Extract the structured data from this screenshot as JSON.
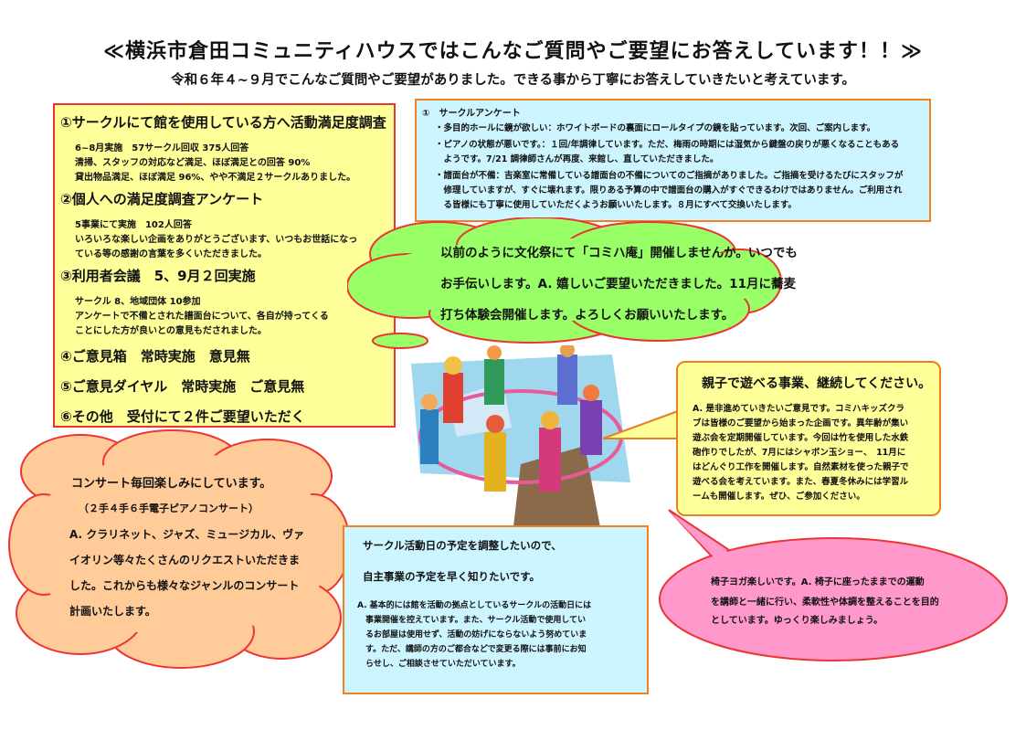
{
  "header": {
    "title": "≪横浜市倉田コミュニティハウスではこんなご質問やご要望にお答えしています！！≫",
    "subtitle": "令和６年４~９月でこんなご質問やご要望がありました。できる事から丁寧にお答えしていきたいと考えています。"
  },
  "left_panel": {
    "s1_title": "①サークルにて館を使用している方へ活動満足度調査",
    "s1_lines": [
      "6~8月実施　57サークル回収 375人回答",
      "清掃、スタッフの対応など満足、ほぼ満足との回答 90%",
      "貸出物品満足、ほぼ満足 96%、やや不満足２サークルありました。"
    ],
    "s2_title": "②個人への満足度調査アンケート",
    "s2_lines": [
      "5事業にて実施　102人回答",
      "いろいろな楽しい企画をありがとうございます、いつもお世話になっ",
      "ている等の感謝の言葉を多くいただきました。"
    ],
    "s3_title": "③利用者会議　5、9月２回実施",
    "s3_lines": [
      "サークル 8、地域団体 10参加",
      "アンケートで不備とされた譜面台について、各自が持ってくる",
      "ことにした方が良いとの意見もだされました。"
    ],
    "s4_title": "④ご意見箱　常時実施　意見無",
    "s5_title": "⑤ご意見ダイヤル　常時実施　ご意見無",
    "s6_title": "⑥その他　受付にて２件ご要望いただく"
  },
  "circle_survey": {
    "title": "①　サークルアンケート",
    "lines": [
      "・多目的ホールに鏡が欲しい：ホワイトボードの裏面にロールタイプの鏡を貼っています。次回、ご案内します。",
      "・ピアノの状態が悪いです。：１回/年調律しています。ただ、梅雨の時期には湿気から鍵盤の戻りが悪くなることもある",
      "　ようです。7/21 調律師さんが再度、来館し、直していただきました。",
      "・譜面台が不備：吉楽室に常備している譜面台の不備についてのご指摘がありました。ご指摘を受けるたびにスタッフが",
      "　修理していますが、すぐに壊れます。限りある予算の中で譜面台の購入がすぐできるわけではありません。ご利用され",
      "　る皆様にも丁寧に使用していただくようお願いいたします。８月にすべて交換いたします。"
    ]
  },
  "green_bubble": {
    "lines": [
      "以前のように文化祭にて「コミハ庵」開催しませんか。いつでも",
      "お手伝いします。A. 嬉しいご要望いただきました。11月に蕎麦",
      "打ち体験会開催します。よろしくお願いいたします。"
    ]
  },
  "family_box": {
    "title": "親子で遊べる事業、継続してください。",
    "lines": [
      "A. 是非進めていきたいご意見です。コミハキッズクラ",
      "ブは皆様のご要望から始まった企画です。異年齢が集い",
      "遊ぶ会を定期開催しています。今回は竹を使用した水鉄",
      "砲作りでしたが、7月にはシャボン玉ショー、　11月に",
      "はどんぐり工作を開催します。自然素材を使った親子で",
      "遊べる会を考えています。また、春夏冬休みには学習ル",
      "ームも開催します。ぜひ、ご参加ください。"
    ]
  },
  "concert_bubble": {
    "title": "コンサート毎回楽しみにしています。",
    "sub": "（２手４手６手電子ピアノコンサート）",
    "lines": [
      "A. クラリネット、ジャズ、ミュージカル、ヴァ",
      "イオリン等々たくさんのリクエストいただきま",
      "した。これからも様々なジャンルのコンサート",
      "計画いたします。"
    ]
  },
  "schedule_box": {
    "title": "サークル活動日の予定を調整したいので、",
    "title2": "自主事業の予定を早く知りたいです。",
    "lines": [
      "A. 基本的には館を活動の拠点としているサークルの活動日には",
      "　事業開催を控えています。また、サークル活動で使用してい",
      "　るお部屋は使用せず、活動の妨げにならないよう努めていま",
      "　す。ただ、講師の方のご都合などで変更る際には事前にお知",
      "　らせし、ご相談させていただいています。"
    ]
  },
  "yoga_bubble": {
    "lines": [
      "椅子ヨガ楽しいです。A. 椅子に座ったままでの運動",
      "を講師と一緒に行い、柔軟性や体調を整えることを目的",
      "としています。ゆっくり楽しみましょう。"
    ]
  },
  "colors": {
    "yellow": "#ffff99",
    "cyan": "#ccf5ff",
    "green": "#99ff66",
    "peach": "#ffcc99",
    "pink": "#ff99cc",
    "red_border": "#e33333",
    "orange_border": "#f08020"
  }
}
